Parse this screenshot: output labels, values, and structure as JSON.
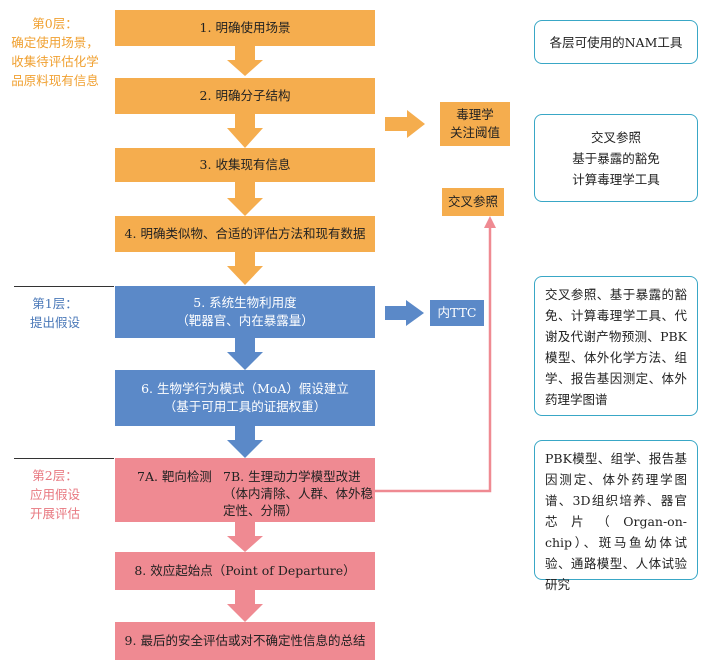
{
  "layers": [
    {
      "label": "第0层：\n确定使用场景，\n收集待评估化学\n品原料现有信息",
      "color": "#f0a030"
    },
    {
      "label": "第1层：\n提出假设",
      "color": "#4a78b8"
    },
    {
      "label": "第2层：\n应用假设\n开展评估",
      "color": "#e87880"
    }
  ],
  "steps": {
    "s1": "1. 明确使用场景",
    "s2": "2. 明确分子结构",
    "s3": "3. 收集现有信息",
    "s4": "4. 明确类似物、合适的评估方法和现有数据",
    "s5": "5. 系统生物利用度\n（靶器官、内在暴露量）",
    "s6": "6. 生物学行为模式（MoA）假设建立\n（基于可用工具的证据权重）",
    "s7a": "7A. 靶向检测",
    "s7b": "7B. 生理动力学模型改进\n（体内清除、人群、体外稳\n定性、分隔）",
    "s8": "8. 效应起始点（Point of Departure）",
    "s9": "9. 最后的安全评估或对不确定性信息的总结"
  },
  "side_boxes": {
    "ttc": "毒理学\n关注阈值",
    "cross": "交叉参照",
    "internal_ttc": "内TTC"
  },
  "notes": {
    "header": "各层可使用的NAM工具",
    "n1": "交叉参照\n基于暴露的豁免\n计算毒理学工具",
    "n2": "交叉参照、基于暴露的豁免、计算毒理学工具、代谢及代谢产物预测、PBK模型、体外化学方法、组学、报告基因测定、体外药理学图谱",
    "n3": "PBK模型、组学、报告基因测定、体外药理学图谱、3D组织培养、器官芯片（Organ-on-chip）、斑马鱼幼体试验、通路模型、人体试验研究"
  },
  "colors": {
    "orange": "#f5ad4e",
    "blue": "#5b89c8",
    "pink": "#ef8a92",
    "note_border": "#39a7c6"
  }
}
